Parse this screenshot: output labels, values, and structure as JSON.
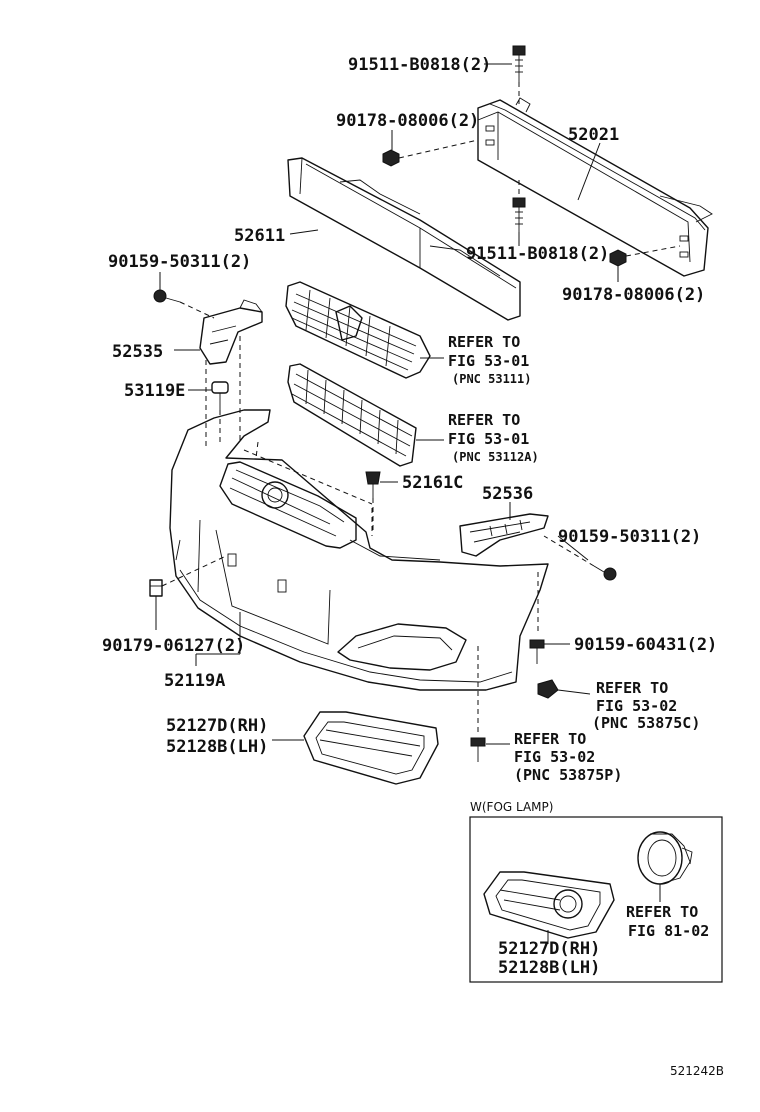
{
  "labels": {
    "bolt_top": "91511-B0818(2)",
    "nut_top": "90178-08006(2)",
    "reinforcement": "52021",
    "absorber": "52611",
    "bolt_mid": "91511-B0818(2)",
    "nut_right": "90178-08006(2)",
    "screw_left": "90159-50311(2)",
    "bracket_left": "52535",
    "clip_left": "53119E",
    "grille_upper_ref_1": "REFER TO",
    "grille_upper_ref_2": "FIG 53-01",
    "grille_upper_pnc": "(PNC 53111)",
    "grille_lower_ref_1": "REFER TO",
    "grille_lower_ref_2": "FIG 53-01",
    "grille_lower_pnc": "(PNC 53112A)",
    "clip_center": "52161C",
    "bracket_right": "52536",
    "screw_right": "90159-50311(2)",
    "nut_bottom": "90179-06127(2)",
    "screw_bottom": "90159-60431(2)",
    "bumper_cover": "52119A",
    "ref_right_1": "REFER TO",
    "ref_right_2": "FIG 53-02",
    "ref_right_pnc": "(PNC 53875C)",
    "cover_rh": "52127D(RH)",
    "cover_lh": "52128B(LH)",
    "ref_bottom_1": "REFER TO",
    "ref_bottom_2": "FIG 53-02",
    "ref_bottom_pnc": "(PNC 53875P)",
    "inset_title": "W(FOG LAMP)",
    "inset_ref_1": "REFER TO",
    "inset_ref_2": "FIG 81-02",
    "inset_cover_rh": "52127D(RH)",
    "inset_cover_lh": "52128B(LH)",
    "diagram_code": "521242B"
  }
}
